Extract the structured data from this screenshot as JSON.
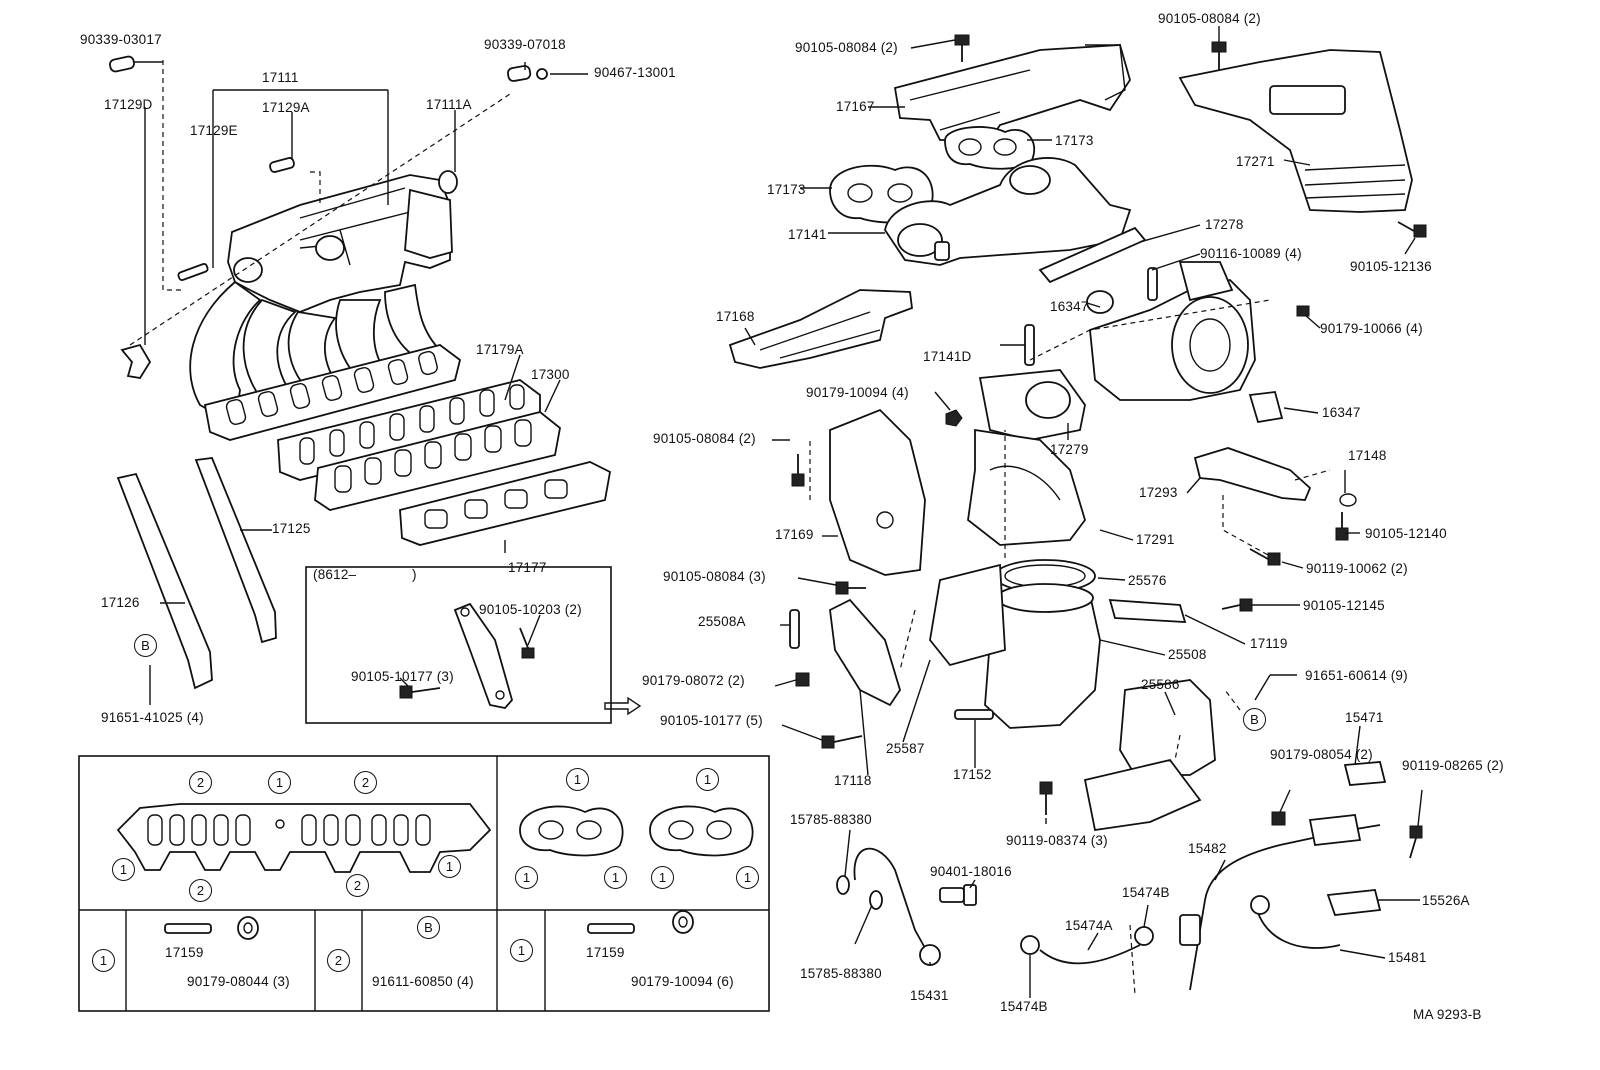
{
  "diagram": {
    "code": "MA 9293-B",
    "callouts": {
      "c1": "90339-03017",
      "c2": "90339-07018",
      "c3": "90467-13001",
      "c4": "17111",
      "c5": "17129D",
      "c6": "17129A",
      "c7": "17129E",
      "c8": "17111A",
      "c9": "17179A",
      "c10": "17300",
      "c11": "17125",
      "c12": "17177",
      "c13": "17126",
      "c14": "91651-41025 (4)",
      "c15": "(8612–",
      "c16": ")",
      "c17": "90105-10203 (2)",
      "c18": "90105-10177 (3)",
      "c19": "90105-10177 (5)",
      "c20": "90105-08084 (2)",
      "c21": "17167",
      "c22": "17173",
      "c23": "17173",
      "c24": "17141",
      "c25": "17168",
      "c26": "90179-10094 (4)",
      "c27": "17141D",
      "c28": "90105-08084 (2)",
      "c29": "17169",
      "c30": "90105-08084 (3)",
      "c31": "25508A",
      "c32": "90179-08072 (2)",
      "c33": "17118",
      "c34": "25587",
      "c35": "17152",
      "c36": "90119-08374 (3)",
      "c37": "90105-08084 (2)",
      "c38": "17271",
      "c39": "90105-12136",
      "c40": "17278",
      "c41": "90116-10089 (4)",
      "c42": "16347",
      "c43": "90179-10066 (4)",
      "c44": "16347",
      "c45": "17279",
      "c46": "17148",
      "c47": "17293",
      "c48": "90105-12140",
      "c49": "17291",
      "c50": "90119-10062 (2)",
      "c51": "25576",
      "c52": "90105-12145",
      "c53": "25508",
      "c54": "17119",
      "c55": "91651-60614 (9)",
      "c56": "25586",
      "c57": "15471",
      "c58": "90179-08054 (2)",
      "c59": "90119-08265 (2)",
      "c60": "15785-88380",
      "c61": "90401-18016",
      "c62": "15785-88380",
      "c63": "15431",
      "c64": "15474B",
      "c65": "15474A",
      "c66": "15474B",
      "c67": "15482",
      "c68": "15526A",
      "c69": "15481"
    },
    "ref_markers": {
      "b1": "B",
      "b2": "B",
      "b3": "B"
    },
    "legend": {
      "intake_gasket": {
        "mark_one": "1",
        "mark_two": "2"
      },
      "exhaust_gasket": {
        "mark_one": "1"
      },
      "row": {
        "k1": "1",
        "k1_stud": "17159",
        "k1_nut": "90179-08044 (3)",
        "k2": "2",
        "k2_bolt": "91611-60850 (4)",
        "k3": "1",
        "k3_stud": "17159",
        "k3_nut": "90179-10094 (6)"
      }
    }
  }
}
